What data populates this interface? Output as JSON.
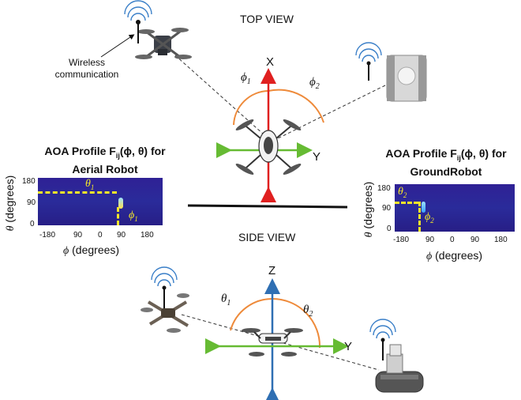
{
  "top_view": {
    "title": "TOP VIEW",
    "x_axis": "X",
    "y_axis": "Y",
    "phi1": "ϕ",
    "phi1_sub": "1",
    "phi2": "ϕ",
    "phi2_sub": "2",
    "wireless_label_line1": "Wireless",
    "wireless_label_line2": "communication"
  },
  "side_view": {
    "title": "SIDE VIEW",
    "z_axis": "Z",
    "y_axis": "Y",
    "theta1": "θ",
    "theta1_sub": "1",
    "theta2": "θ",
    "theta2_sub": "2"
  },
  "aerial_profile": {
    "title_line1_pre": "AOA Profile F",
    "title_sub": "ij",
    "title_args": "(ϕ, θ) for",
    "title_line2": "Aerial Robot",
    "y_label_theta": "θ",
    "y_label_unit": "(degrees)",
    "x_label_phi": "ϕ",
    "x_label_unit": "(degrees)",
    "y_ticks": [
      "180",
      "90",
      "0"
    ],
    "x_ticks": [
      "-180",
      "90",
      "0",
      "90",
      "180"
    ],
    "theta_mark": "θ",
    "theta_mark_sub": "1",
    "phi_mark": "ϕ",
    "phi_mark_sub": "1"
  },
  "ground_profile": {
    "title_line1_pre": "AOA Profile F",
    "title_sub": "ij",
    "title_args": "(ϕ, θ) for",
    "title_line2": "GroundRobot",
    "y_label_theta": "θ",
    "y_label_unit": "(degrees)",
    "x_label_phi": "ϕ",
    "x_label_unit": "(degrees)",
    "y_ticks": [
      "180",
      "90",
      "0"
    ],
    "x_ticks": [
      "-180",
      "90",
      "0",
      "90",
      "180"
    ],
    "theta_mark": "θ",
    "theta_mark_sub": "2",
    "phi_mark": "ϕ",
    "phi_mark_sub": "2"
  },
  "colors": {
    "x_axis": "#e02020",
    "y_axis": "#66bb33",
    "z_axis": "#2f6fb3",
    "arc": "#ee8a3a",
    "heatmap_bg": "#2d1e8c",
    "marker": "#f2e52a",
    "wifi": "#3a7fc8"
  },
  "icons": [
    "wifi-signal-icon",
    "aerial-drone-icon",
    "ground-robot-icon",
    "quadcopter-icon",
    "tracked-robot-icon"
  ]
}
